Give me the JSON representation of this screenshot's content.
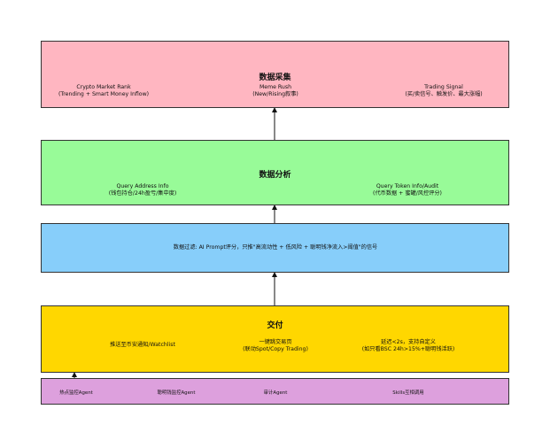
{
  "collect": {
    "title": "数据采集",
    "items": [
      {
        "line1": "Crypto Market Rank",
        "line2": "(Trending + Smart Money Inflow)"
      },
      {
        "line1": "Meme Rush",
        "line2": "(New/Rising叙事)"
      },
      {
        "line1": "Trading Signal",
        "line2": "(买/卖信号、触发价、最大涨幅)"
      }
    ]
  },
  "analyze": {
    "title": "数据分析",
    "items": [
      {
        "line1": "Query Address Info",
        "line2": "(钱包持仓/24h盈亏/集中度)"
      },
      {
        "line1": "Query Token Info/Audit",
        "line2": "(代币数据 + 蜜罐/风控评分)"
      }
    ]
  },
  "filter": {
    "text": "数据过滤: AI Prompt评分，只推\"高流动性 + 低风险 + 聪明钱净流入>阈值\"的信号"
  },
  "deliver": {
    "title": "交付",
    "items": [
      {
        "line1": "推送至币安通知/Watchlist",
        "line2": ""
      },
      {
        "line1": "一键跳交易页",
        "line2": "(联动Spot/Copy Trading)"
      },
      {
        "line1": "延迟<2s，支持自定义",
        "line2": "(如只看BSC 24h>15%+聪明钱活跃)"
      }
    ]
  },
  "agents": {
    "items": [
      "热点监控Agent",
      "聪明钱监控Agent",
      "审计Agent",
      "Skills互相调用"
    ]
  },
  "colors": {
    "collect": "#ffb6c1",
    "analyze": "#98fb98",
    "filter": "#87cefa",
    "deliver": "#ffd700",
    "agents": "#dda0dd"
  }
}
